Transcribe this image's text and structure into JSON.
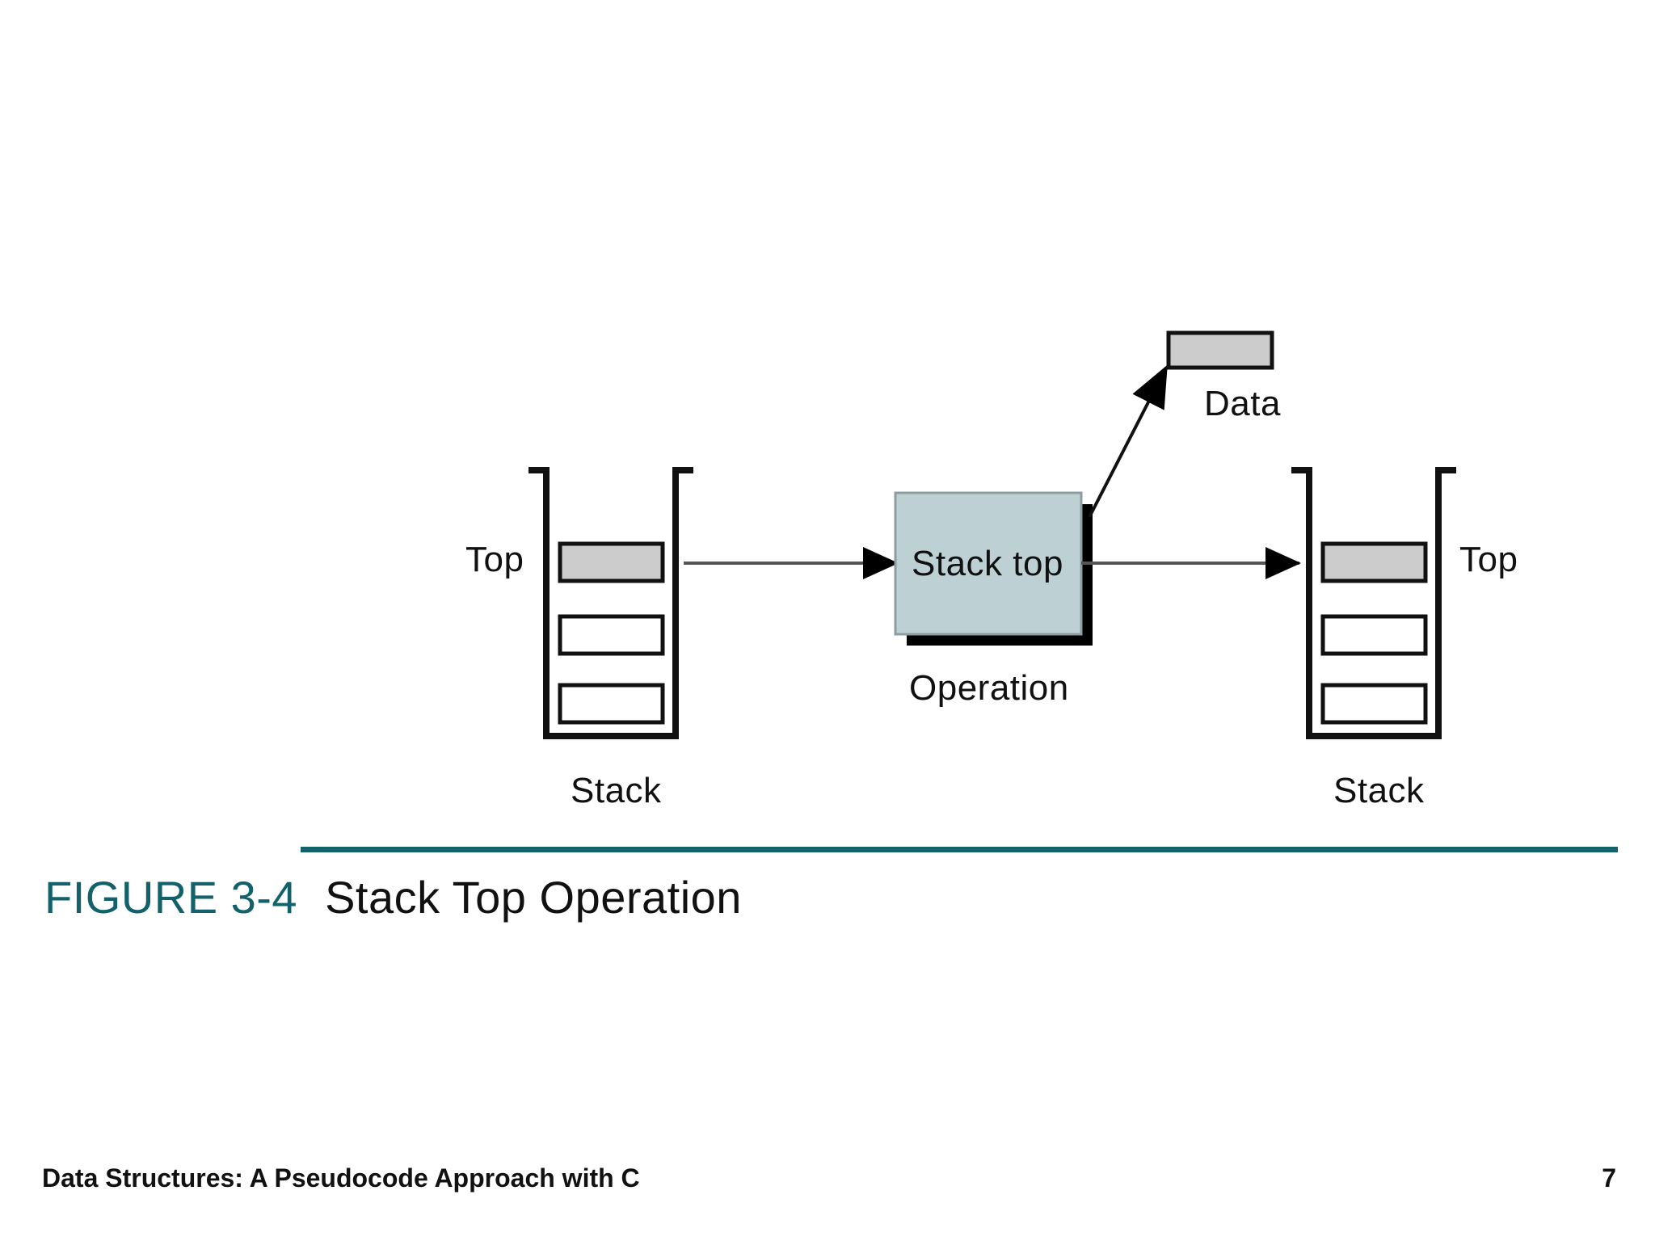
{
  "slide": {
    "background_color": "#ffffff"
  },
  "figure": {
    "number": "FIGURE 3-4",
    "title": "Stack Top Operation",
    "number_color": "#13626b",
    "rule_color": "#13626b"
  },
  "diagram": {
    "type": "stack-top-operation",
    "left_stack": {
      "top_label": "Top",
      "base_label": "Stack",
      "cells": [
        {
          "filled": true,
          "fill_color": "#cccccc"
        },
        {
          "filled": false,
          "fill_color": "#ffffff"
        },
        {
          "filled": false,
          "fill_color": "#ffffff"
        }
      ]
    },
    "operation": {
      "box_label": "Stack top",
      "caption": "Operation",
      "fill_color": "#bdd0d4",
      "shadow_color": "#000000"
    },
    "data_box": {
      "label": "Data",
      "fill_color": "#cccccc"
    },
    "right_stack": {
      "top_label": "Top",
      "base_label": "Stack",
      "cells": [
        {
          "filled": true,
          "fill_color": "#cccccc"
        },
        {
          "filled": false,
          "fill_color": "#ffffff"
        },
        {
          "filled": false,
          "fill_color": "#ffffff"
        }
      ]
    },
    "arrows": [
      {
        "name": "left-stack-to-operation",
        "direction": "right"
      },
      {
        "name": "operation-to-right-stack",
        "direction": "right"
      },
      {
        "name": "operation-to-data",
        "direction": "up-right"
      }
    ]
  },
  "footer": {
    "book_title": "Data Structures: A Pseudocode Approach with C",
    "page_number": "7"
  }
}
